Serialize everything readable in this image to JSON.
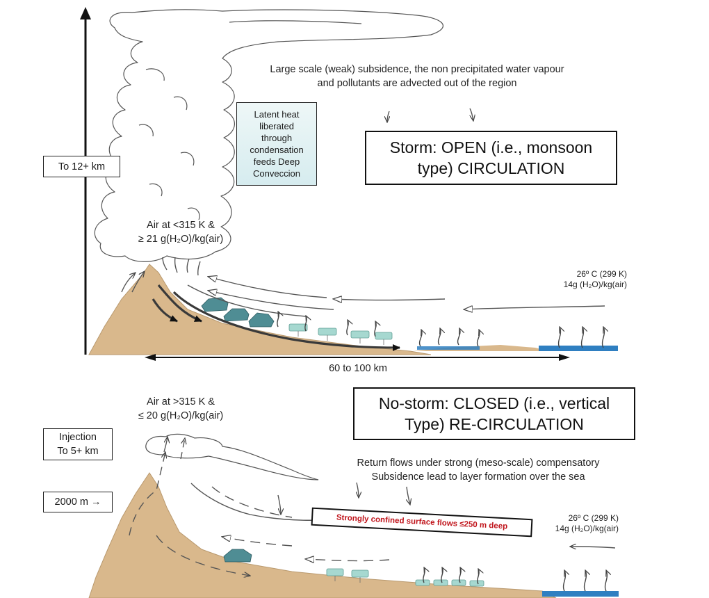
{
  "top_panel": {
    "subsidence_line1": "Large scale (weak) subsidence, the non precipitated water vapour",
    "subsidence_line2": "and pollutants are advected out of the region",
    "latent_heat": [
      "Latent heat",
      "liberated",
      "through",
      "condensation",
      "feeds Deep",
      "Conveccion"
    ],
    "title_line1": "Storm: OPEN (i.e., monsoon",
    "title_line2": "type) CIRCULATION",
    "height_label": "To 12+  km",
    "air_line1": "Air at <315 K &",
    "air_line2": "≥ 21 g(H₂O)/kg(air)",
    "sea_temp": "26º C (299 K)",
    "sea_humidity": "14g (H₂O)/kg(air)",
    "distance_label": "60 to 100 km"
  },
  "bottom_panel": {
    "air_line1": "Air at >315 K &",
    "air_line2": "≤ 20 g(H₂O)/kg(air)",
    "title_line1": "No-storm: CLOSED (i.e., vertical",
    "title_line2": "Type) RE-CIRCULATION",
    "injection_line1": "Injection",
    "injection_line2": "To 5+  km",
    "altitude_label": "2000 m →",
    "return_line1": "Return flows under strong (meso-scale) compensatory",
    "return_line2": "Subsidence lead to layer formation over the sea",
    "confined_label": "Strongly confined surface flows ≤250 m deep",
    "sea_temp": "26º C (299 K)",
    "sea_humidity": "14g (H₂O)/kg(air)"
  },
  "colors": {
    "mountain": "#d9b88c",
    "sea": "#2f7fc1",
    "building": "#4f8d94",
    "tree": "#a6d8d0",
    "alert_text": "#c0141b",
    "latent_box": "#d6ecef"
  }
}
